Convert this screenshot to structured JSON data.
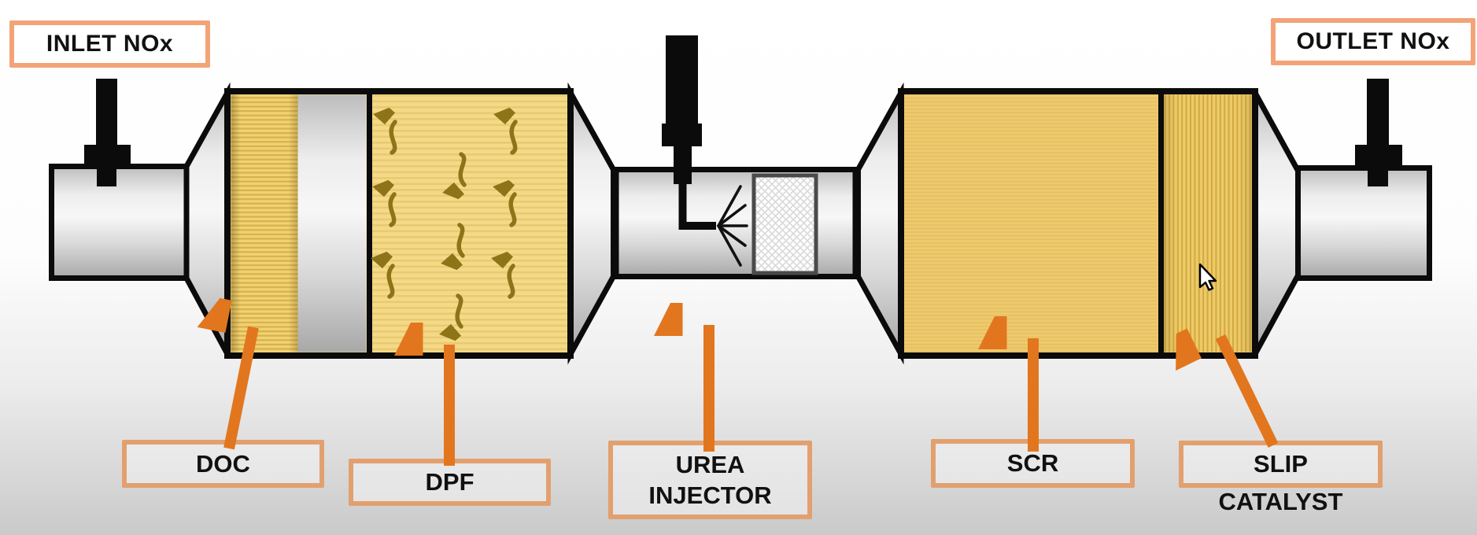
{
  "type": "diagram",
  "subject": "diesel-exhaust-aftertreatment-system",
  "labels": {
    "inlet_nox": "INLET NOx",
    "outlet_nox": "OUTLET NOx",
    "doc": "DOC",
    "dpf": "DPF",
    "urea": [
      "UREA",
      "INJECTOR"
    ],
    "scr": "SCR",
    "slip": [
      "SLIP",
      "CATALYST"
    ]
  },
  "colors": {
    "arrow_orange": "#E2761E",
    "label_border": "#E2A06F",
    "nox_border": "#F2A478",
    "catalyst_yellow": "#EFCA6C",
    "dpf_yellow": "#F4D987",
    "doc_stripe": "#D8B24A",
    "slip_stripe": "#D2AA3C",
    "squiggle_brown": "#8E7418",
    "outline_black": "#0B0B0B",
    "pipe_gray": "#D8D8D8"
  }
}
